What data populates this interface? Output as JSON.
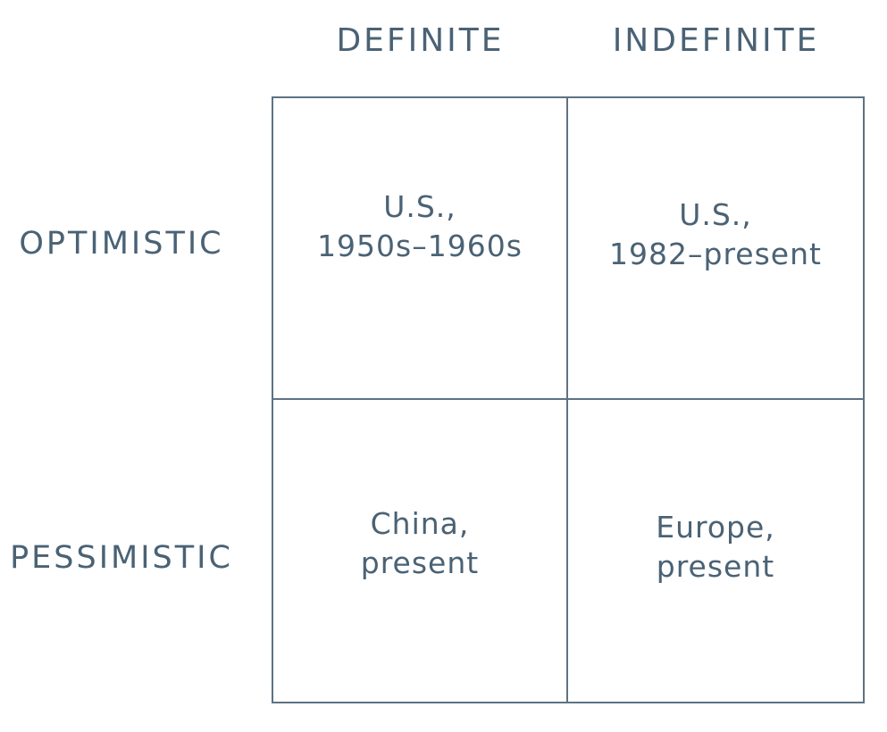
{
  "columns": {
    "definite": "DEFINITE",
    "indefinite": "INDEFINITE"
  },
  "rows": {
    "optimistic": "OPTIMISTIC",
    "pessimistic": "PESSIMISTIC"
  },
  "cells": {
    "optimistic_definite": {
      "line1": "U.S.,",
      "line2": "1950s–1960s"
    },
    "optimistic_indefinite": {
      "line1": "U.S.,",
      "line2": "1982–present"
    },
    "pessimistic_definite": {
      "line1": "China,",
      "line2": "present"
    },
    "pessimistic_indefinite": {
      "line1": "Europe,",
      "line2": "present"
    }
  },
  "colors": {
    "text": "#4a6275",
    "grid_line": "#5d7284",
    "background": "#ffffff"
  }
}
